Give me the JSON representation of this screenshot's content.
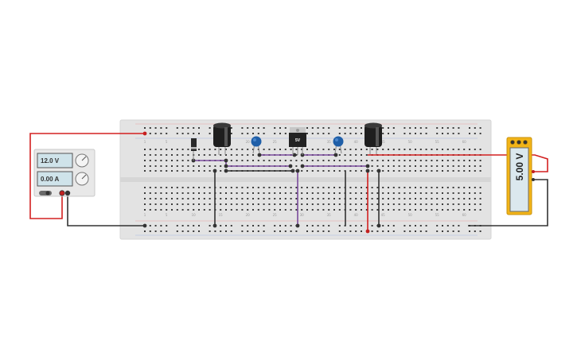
{
  "power_supply": {
    "voltage": "12.0 V",
    "current": "0.00 A"
  },
  "regulator": {
    "label": "5V"
  },
  "multimeter": {
    "reading": "5.00 V"
  },
  "colors": {
    "wire_red": "#d32020",
    "wire_black": "#333333",
    "wire_purple": "#7a4a9c",
    "breadboard": "#e3e3e3",
    "multimeter_body": "#f2b418",
    "capacitor_ceramic": "#1f5fa8",
    "capacitor_electrolytic": "#1e1e1e"
  }
}
